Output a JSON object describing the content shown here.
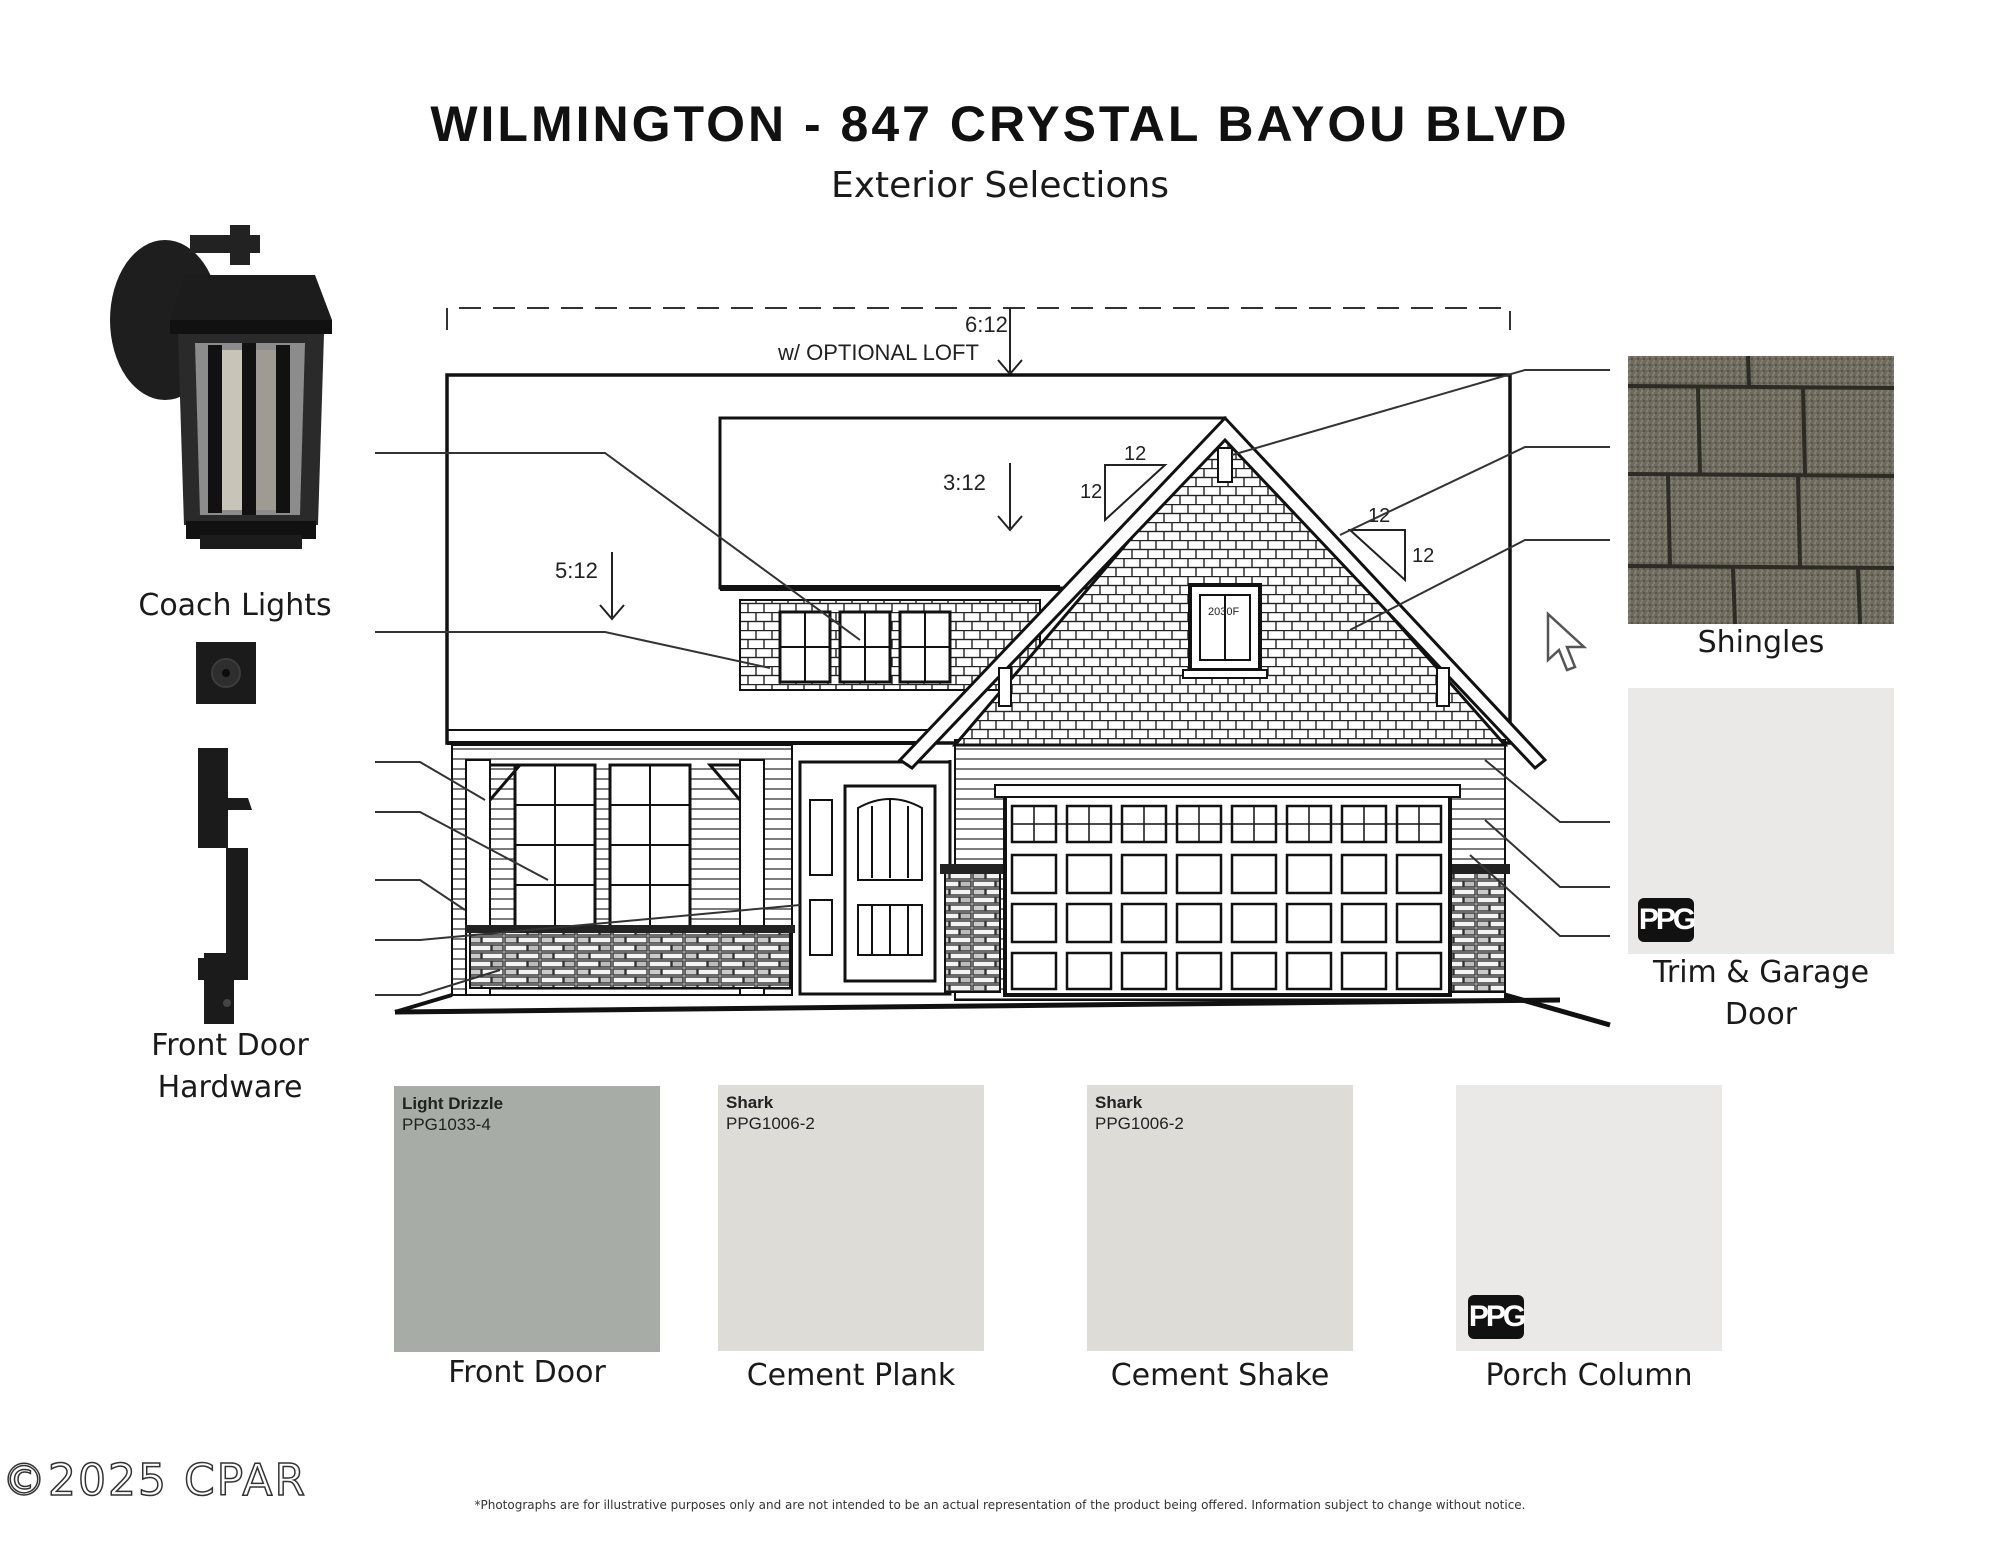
{
  "header": {
    "title": "WILMINGTON - 847 CRYSTAL BAYOU BLVD",
    "subtitle": "Exterior Selections"
  },
  "products": {
    "coach_lights": "Coach Lights",
    "front_door_hardware_line1": "Front Door",
    "front_door_hardware_line2": "Hardware",
    "shingles": "Shingles",
    "trim_line1": "Trim & Garage",
    "trim_line2": "Door"
  },
  "elevation": {
    "pitch_main": "6:12",
    "loft_note": "w/ OPTIONAL LOFT",
    "pitch_upper": "3:12",
    "pitch_porch": "5:12",
    "gable_rise": "12",
    "gable_run": "12",
    "window_tag": "2030F"
  },
  "swatches": [
    {
      "name": "Light Drizzle",
      "code": "PPG1033-4",
      "label": "Front Door",
      "color": "#a7ada6"
    },
    {
      "name": "Shark",
      "code": "PPG1006-2",
      "label": "Cement Plank",
      "color": "#dedcd6"
    },
    {
      "name": "Shark",
      "code": "PPG1006-2",
      "label": "Cement Shake",
      "color": "#dedcd6"
    },
    {
      "name": "",
      "code": "",
      "label": "Porch Column",
      "color": "#ebe9e8"
    }
  ],
  "trim_swatch_color": "#ebe9e8",
  "ppg_logo_text": "PPG",
  "watermark": "©2025 CPAR",
  "disclaimer": "*Photographs are for illustrative purposes only and are not intended to be an actual representation of the product being offered. Information subject to change without notice."
}
